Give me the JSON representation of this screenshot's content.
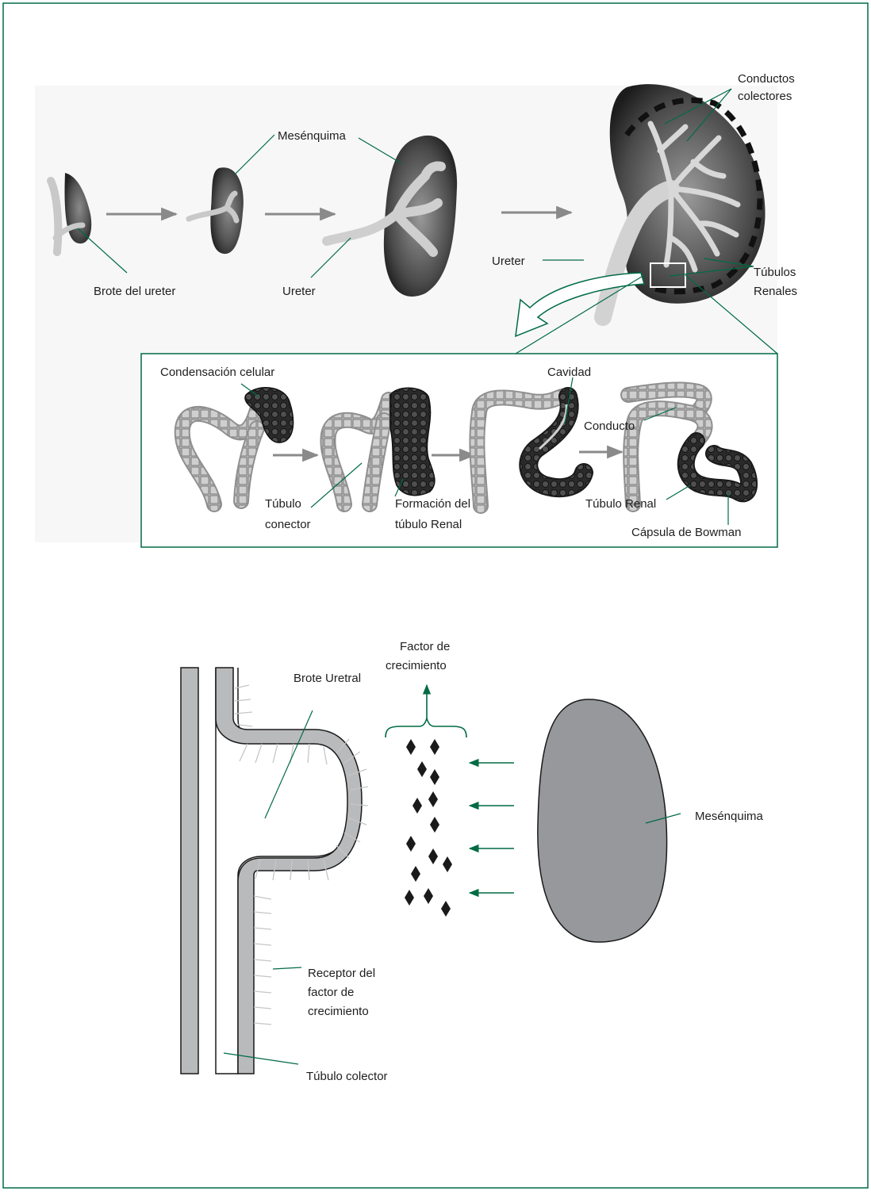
{
  "colors": {
    "frame": "#006b44",
    "leader": "#006b44",
    "organ_dark": "#2b2b2b",
    "organ_mid": "#6e6e6e",
    "duct": "#c8c8c8",
    "mesenchyme_gray": "#96989b",
    "tube_gray": "#b9babc",
    "factor": "#1a1a1a",
    "arrow_gray": "#8a8a8a"
  },
  "top_diagram": {
    "labels": {
      "brote_ureter": "Brote del ureter",
      "mesenquima": "Mesénquima",
      "ureter_1": "Ureter",
      "ureter_2": "Ureter",
      "conductos_line1": "Conductos",
      "conductos_line2": "colectores",
      "tubulos_line1": "Túbulos",
      "tubulos_line2": "Renales"
    },
    "inset_labels": {
      "condensacion": "Condensación celular",
      "cavidad": "Cavidad",
      "conducto": "Conducto",
      "tubulo_conector_line1": "Túbulo",
      "tubulo_conector_line2": "conector",
      "formacion_line1": "Formación del",
      "formacion_line2": "túbulo Renal",
      "tubulo_renal": "Túbulo Renal",
      "capsula": "Cápsula de Bowman"
    }
  },
  "bottom_diagram": {
    "labels": {
      "factor_line1": "Factor de",
      "factor_line2": "crecimiento",
      "brote_uretral": "Brote Uretral",
      "mesenquima": "Mesénquima",
      "receptor_line1": "Receptor del",
      "receptor_line2": "factor de",
      "receptor_line3": "crecimiento",
      "tubulo_colector": "Túbulo colector"
    }
  }
}
